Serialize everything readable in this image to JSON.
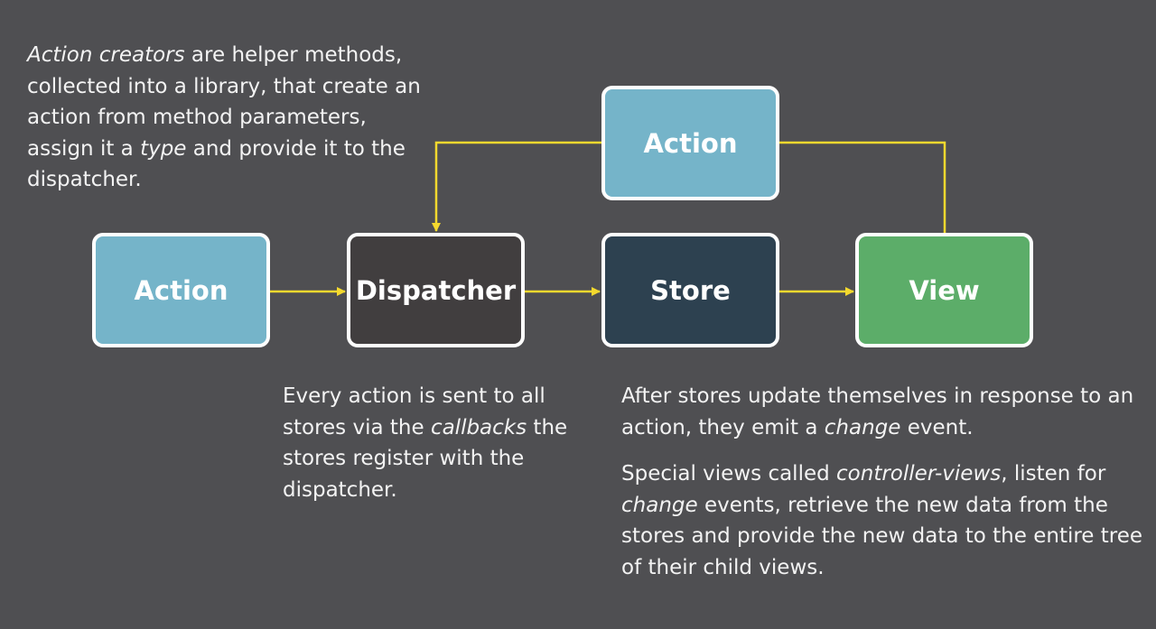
{
  "colors": {
    "background": "#4f4f52",
    "arrow": "#f5d92e",
    "action": "#75b4c9",
    "dispatcher": "#413e3f",
    "store": "#2d4150",
    "view": "#5cad69"
  },
  "nodes": {
    "action_left": "Action",
    "dispatcher": "Dispatcher",
    "store": "Store",
    "view": "View",
    "action_top": "Action"
  },
  "text": {
    "creators": {
      "em1": "Action creators",
      "t1": " are helper methods, collected into a library, that create an action from method parameters, assign it a ",
      "em2": "type",
      "t2": " and provide it to the dispatcher."
    },
    "dispatch": {
      "t1": "Every action is sent to all stores via the ",
      "em1": "callbacks",
      "t2": " the stores register with the dispatcher."
    },
    "change": {
      "t1": "After stores update themselves in response to an action, they emit a ",
      "em1": "change",
      "t2": " event."
    },
    "views": {
      "t1": "Special views called ",
      "em1": "controller-views",
      "t2": ", listen for ",
      "em2": "change",
      "t3": " events, retrieve the new data from the stores and provide the new data to the entire tree of their child views."
    }
  }
}
